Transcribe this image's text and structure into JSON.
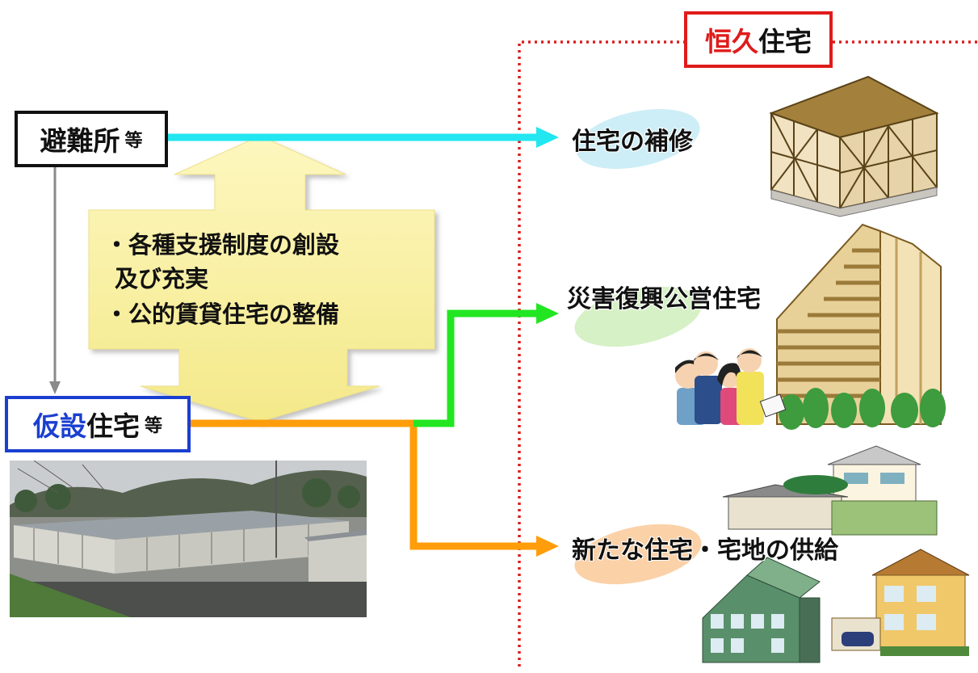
{
  "shelter": {
    "main": "避難所",
    "suffix": "等"
  },
  "temporary": {
    "part1": "仮設",
    "part2": "住宅",
    "suffix": "等"
  },
  "permanent": {
    "part1": "恒久",
    "part2": "住宅"
  },
  "support": {
    "line1": "・各種支援制度の創設",
    "line2": "及び充実",
    "line3": "・公的賃貸住宅の整備"
  },
  "destinations": {
    "repair": "住宅の補修",
    "public_housing": "災害復興公営住宅",
    "new_supply": "新たな住宅・宅地の供給"
  },
  "colors": {
    "repair_arrow": "#22e6f0",
    "public_arrow": "#22e622",
    "new_arrow": "#ff9d0a",
    "central_arrow": "#fbf3a6",
    "permanent_border": "#e01b1b",
    "temporary_border": "#1a3fd0"
  }
}
